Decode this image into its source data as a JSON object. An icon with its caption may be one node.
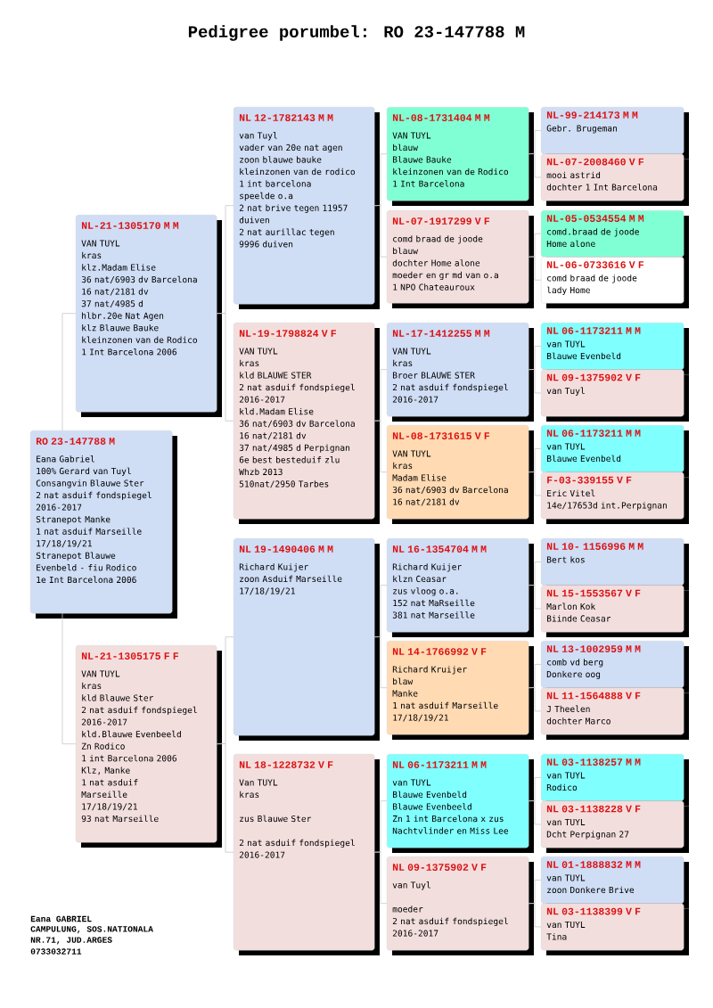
{
  "diagram": {
    "title": "Pedigree porumbel: RO 23-147788 M",
    "nodes": [
      {
        "text": [
          "RO 23-147788 M",
          "Eana Gabriel",
          "100% Gerard van Tuyl",
          "Consangvin Blauwe Ster",
          "2 nat asduif fondspiegel",
          "2016-2017",
          "Stranepot Manke",
          "1 nat asduif Marseille",
          "17/18/19/21",
          "Stranepot Blauwe",
          "Evenbeld - fiu Rodico",
          "1e Int Barcelona 2006"
        ]
      },
      {
        "text": [
          "NL-21-1305170 M M",
          "VAN TUYL",
          "kras",
          "klz.Madam Elise",
          "36 nat/6903 dv Barcelona",
          "16 nat/2181 dv",
          "37 nat/4985 d",
          "hlbr.20e Nat Agen",
          "klz Blauwe Bauke",
          "kleinzonen van de Rodico",
          "1 Int Barcelona 2006"
        ]
      },
      {
        "text": [
          "NL-21-1305175 F F",
          "VAN TUYL",
          "kras",
          "kld Blauwe Ster",
          "2 nat asduif fondspiegel",
          "2016-2017",
          "kld.Blauwe Evenbeeld",
          "Zn Rodico",
          "1 int Barcelona 2006",
          "Klz, Manke",
          "1 nat asduif",
          "Marseille",
          "17/18/19/21",
          "93 nat Marseille"
        ]
      },
      {
        "text": [
          "NL 12-1782143 M M",
          "van Tuyl",
          "vader van 20e nat agen",
          "zoon blauwe bauke",
          "kleinzonen van de rodico",
          "1 int barcelona",
          "speelde o.a",
          "2 nat brive tegen 11957",
          "duiven",
          "2 nat aurillac tegen",
          "9996 duiven"
        ]
      },
      {
        "text": [
          "NL-19-1798824 V F",
          "VAN TUYL",
          "kras",
          "kld BLAUWE STER",
          "2 nat asduif fondspiegel",
          "2016-2017",
          "kld.Madam Elise",
          "36 nat/6903 dv Barcelona",
          "16 nat/2181 dv",
          "37 nat/4985 d Perpignan",
          "6e best besteduif zlu",
          "Whzb 2013",
          "510nat/2950 Tarbes"
        ]
      },
      {
        "text": [
          "NL 19-1490406 M M",
          "Richard Kuijer",
          "zoon Asduif Marseille",
          "17/18/19/21"
        ]
      },
      {
        "text": [
          "NL 18-1228732 V F",
          "Van TUYL",
          "kras",
          "zus Blauwe Ster",
          "2 nat asduif fondspiegel",
          "2016-2017"
        ]
      },
      {
        "text": [
          "NL-08-1731404 M M",
          "VAN TUYL",
          "blauw",
          "Blauwe Bauke",
          "kleinzonen van de Rodico",
          "1 Int Barcelona"
        ]
      },
      {
        "text": [
          "NL-07-1917299 V F",
          "comd braad de joode",
          "blauw",
          "dochter Home alone",
          "moeder en gr md van o.a",
          "1 NPO Chateauroux"
        ]
      },
      {
        "text": [
          "NL-17-1412255 M M",
          "VAN TUYL",
          "kras",
          "Broer BLAUWE STER",
          "2 nat asduif fondspiegel",
          "2016-2017"
        ]
      },
      {
        "text": [
          "NL-08-1731615 V F",
          "VAN TUYL",
          "kras",
          "Madam Elise",
          "36 nat/6903 dv Barcelona",
          "16 nat/2181 dv"
        ]
      },
      {
        "text": [
          "NL 16-1354704 M M",
          "Richard Kuijer",
          "klzn Ceasar",
          "zus vloog o.a.",
          "152 nat MaRseille",
          "381 nat Marseille"
        ]
      },
      {
        "text": [
          "NL 14-1766992 V F",
          "Richard Kruijer",
          "blaw",
          "Manke",
          "1 nat asduif Marseille",
          "17/18/19/21"
        ]
      },
      {
        "text": [
          "NL 06-1173211 M M",
          "van TUYL",
          "Blauwe Evenbeld",
          "Blauwe Evenbeeld",
          "Zn 1 int Barcelona x zus",
          "Nachtvlinder en Miss Lee"
        ]
      },
      {
        "text": [
          "NL 09-1375902 V F",
          "van Tuyl",
          "moeder",
          "2 nat asduif fondspiegel",
          "2016-2017"
        ]
      },
      {
        "text": [
          "NL-99-214173 M M",
          "Gebr. Brugeman"
        ]
      },
      {
        "text": [
          "NL-07-2008460 V F",
          "mooi astrid",
          "dochter 1 Int Barcelona"
        ]
      },
      {
        "text": [
          "NL-05-0534554 M M",
          "comd.braad de joode",
          "Home alone"
        ]
      },
      {
        "text": [
          "NL-06-0733616 V F",
          "comd braad de joode",
          "lady Home"
        ]
      },
      {
        "text": [
          "NL 06-1173211 M M",
          "van TUYL",
          "Blauwe Evenbeld"
        ]
      },
      {
        "text": [
          "NL 09-1375902 V F",
          "van Tuyl"
        ]
      },
      {
        "text": [
          "NL 06-1173211 M M",
          "van TUYL",
          "Blauwe Evenbeld"
        ]
      },
      {
        "text": [
          "F-03-339155 V F",
          "Eric Vitel",
          "14e/17653d int.Perpignan"
        ]
      },
      {
        "text": [
          "NL 10- 1156996 M M",
          "Bert kos"
        ]
      },
      {
        "text": [
          "NL 15-1553567 V F",
          "Marlon Kok",
          "Biinde Ceasar"
        ]
      },
      {
        "text": [
          "NL 13-1002959 M M",
          "comb vd berg",
          "Donkere oog"
        ]
      },
      {
        "text": [
          "NL 11-1564888 V F",
          "J Theelen",
          "dochter Marco"
        ]
      },
      {
        "text": [
          "NL 03-1138257 M M",
          "van TUYL",
          "Rodico"
        ]
      },
      {
        "text": [
          "NL 03-1138228 V F",
          "van TUYL",
          "Dcht Perpignan 27"
        ]
      },
      {
        "text": [
          "NL 01-1888832 M M",
          "van TUYL",
          "zoon Donkere Brive"
        ]
      },
      {
        "text": [
          "NL 03-1138399 V F",
          "van TUYL",
          "Tina"
        ]
      }
    ],
    "edges": [
      {
        "from": 0,
        "to": 1,
        "arrow": "none"
      },
      {
        "from": 0,
        "to": 2,
        "arrow": "none"
      },
      {
        "from": 1,
        "to": 3,
        "arrow": "none"
      },
      {
        "from": 1,
        "to": 4,
        "arrow": "none"
      },
      {
        "from": 2,
        "to": 5,
        "arrow": "none"
      },
      {
        "from": 2,
        "to": 6,
        "arrow": "none"
      },
      {
        "from": 3,
        "to": 7,
        "arrow": "none"
      },
      {
        "from": 3,
        "to": 8,
        "arrow": "none"
      },
      {
        "from": 4,
        "to": 9,
        "arrow": "none"
      },
      {
        "from": 4,
        "to": 10,
        "arrow": "none"
      },
      {
        "from": 5,
        "to": 11,
        "arrow": "none"
      },
      {
        "from": 5,
        "to": 12,
        "arrow": "none"
      },
      {
        "from": 6,
        "to": 13,
        "arrow": "none"
      },
      {
        "from": 6,
        "to": 14,
        "arrow": "none"
      },
      {
        "from": 7,
        "to": 15,
        "arrow": "none"
      },
      {
        "from": 7,
        "to": 16,
        "arrow": "none"
      },
      {
        "from": 8,
        "to": 17,
        "arrow": "none"
      },
      {
        "from": 8,
        "to": 18,
        "arrow": "none"
      },
      {
        "from": 9,
        "to": 19,
        "arrow": "none"
      },
      {
        "from": 9,
        "to": 20,
        "arrow": "none"
      },
      {
        "from": 10,
        "to": 21,
        "arrow": "none"
      },
      {
        "from": 10,
        "to": 22,
        "arrow": "none"
      },
      {
        "from": 11,
        "to": 23,
        "arrow": "none"
      },
      {
        "from": 11,
        "to": 24,
        "arrow": "none"
      },
      {
        "from": 12,
        "to": 25,
        "arrow": "none"
      },
      {
        "from": 12,
        "to": 26,
        "arrow": "none"
      },
      {
        "from": 13,
        "to": 27,
        "arrow": "none"
      },
      {
        "from": 13,
        "to": 28,
        "arrow": "none"
      },
      {
        "from": 14,
        "to": 29,
        "arrow": "none"
      },
      {
        "from": 14,
        "to": 30,
        "arrow": "none"
      }
    ],
    "labels": [
      "Eana GABRIEL",
      "CAMPULUNG, SOS.NATIONALA",
      "NR.71, JUD.ARGES",
      "0733032711"
    ]
  }
}
